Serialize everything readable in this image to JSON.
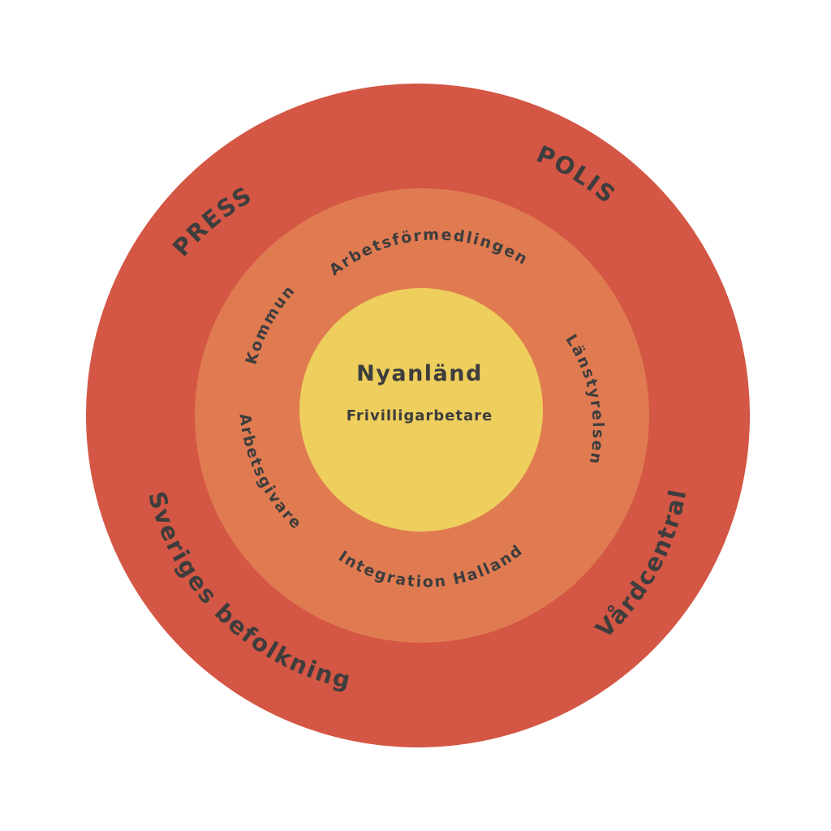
{
  "colors": {
    "outer_ring": "#d45644",
    "middle_ring": "#e07b51",
    "core": "#eece5c",
    "text": "#3d3d3d"
  },
  "core": {
    "title": "Nyanländ",
    "subtitle": "Frivilligarbetare"
  },
  "middle_ring": {
    "labels": [
      "Arbetsförmedlingen",
      "Länstyrelsen",
      "Integration Halland",
      "Arbetsgivare",
      "Kommun"
    ]
  },
  "outer_ring": {
    "labels": [
      "PRESS",
      "POLIS",
      "Vårdcentral",
      "Sveriges befolkning"
    ]
  }
}
